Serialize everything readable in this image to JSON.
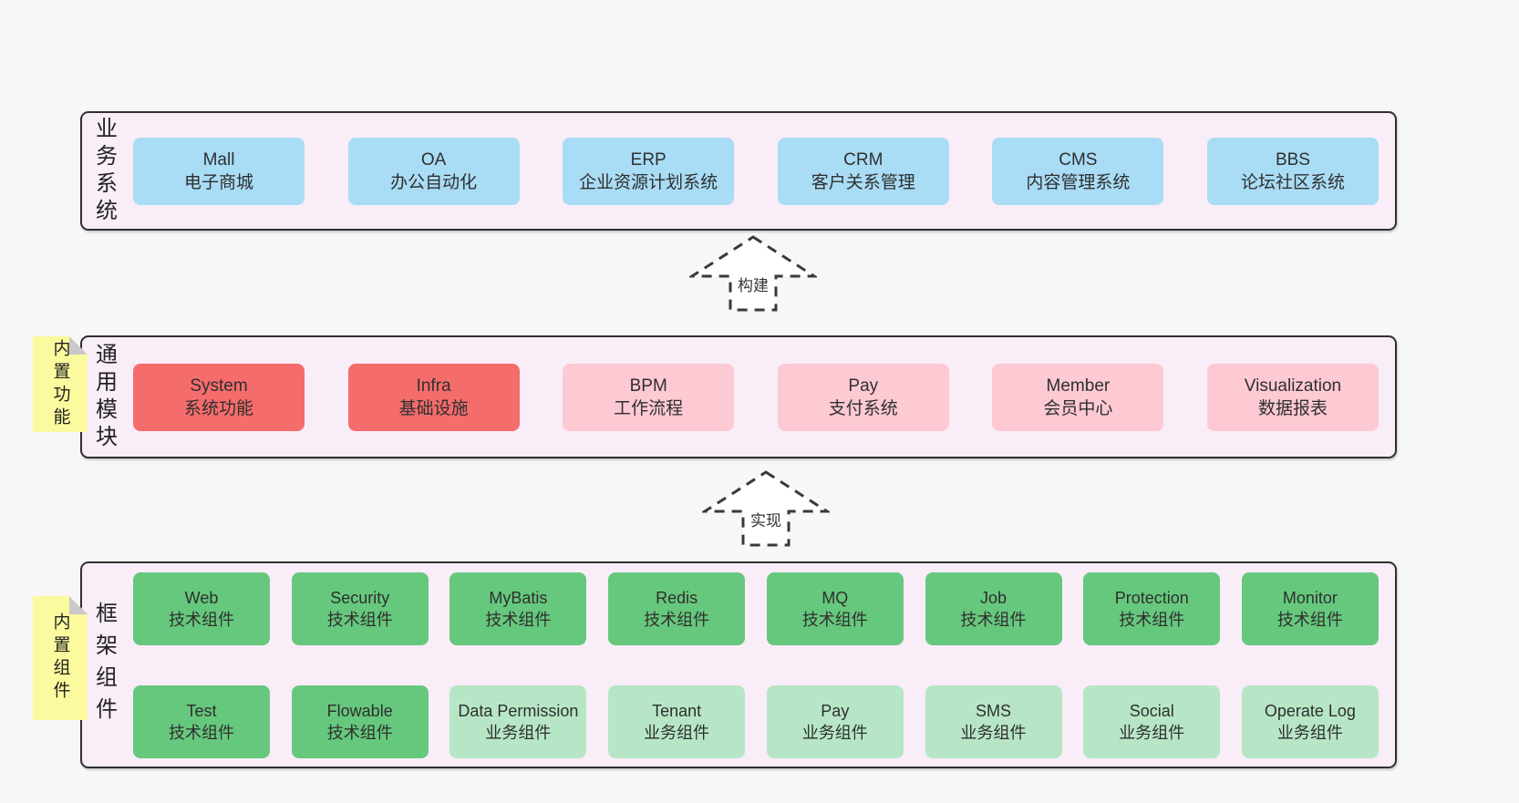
{
  "colors": {
    "background": "#f7f7f8",
    "band_fill": "#f9edf7",
    "band_border": "#2f2f2f",
    "text": "#2f2f2f",
    "sticky": "#fbfa9e",
    "sticky_fold": "#c9c9c9",
    "arrow_fill": "#ffffff",
    "arrow_border": "#3a3a3a",
    "blue": "#a9dcf5",
    "red": "#f56c6c",
    "pink": "#fdc9d3",
    "green": "#66c87d",
    "lightgreen": "#b7e6c6"
  },
  "arrows": {
    "build": {
      "label": "构建"
    },
    "implement": {
      "label": "实现"
    }
  },
  "layers": {
    "business": {
      "label": "业务系统",
      "boxes": [
        {
          "en": "Mall",
          "cn": "电子商城",
          "variant": "blue"
        },
        {
          "en": "OA",
          "cn": "办公自动化",
          "variant": "blue"
        },
        {
          "en": "ERP",
          "cn": "企业资源计划系统",
          "variant": "blue"
        },
        {
          "en": "CRM",
          "cn": "客户关系管理",
          "variant": "blue"
        },
        {
          "en": "CMS",
          "cn": "内容管理系统",
          "variant": "blue"
        },
        {
          "en": "BBS",
          "cn": "论坛社区系统",
          "variant": "blue"
        }
      ]
    },
    "modules": {
      "label": "通用模块",
      "sticky": "内置功能",
      "boxes": [
        {
          "en": "System",
          "cn": "系统功能",
          "variant": "red"
        },
        {
          "en": "Infra",
          "cn": "基础设施",
          "variant": "red"
        },
        {
          "en": "BPM",
          "cn": "工作流程",
          "variant": "pink"
        },
        {
          "en": "Pay",
          "cn": "支付系统",
          "variant": "pink"
        },
        {
          "en": "Member",
          "cn": "会员中心",
          "variant": "pink"
        },
        {
          "en": "Visualization",
          "cn": "数据报表",
          "variant": "pink"
        }
      ]
    },
    "components": {
      "label": "框架组件",
      "sticky": "内置组件",
      "rows": [
        [
          {
            "en": "Web",
            "cn": "技术组件",
            "variant": "green"
          },
          {
            "en": "Security",
            "cn": "技术组件",
            "variant": "green"
          },
          {
            "en": "MyBatis",
            "cn": "技术组件",
            "variant": "green"
          },
          {
            "en": "Redis",
            "cn": "技术组件",
            "variant": "green"
          },
          {
            "en": "MQ",
            "cn": "技术组件",
            "variant": "green"
          },
          {
            "en": "Job",
            "cn": "技术组件",
            "variant": "green"
          },
          {
            "en": "Protection",
            "cn": "技术组件",
            "variant": "green"
          },
          {
            "en": "Monitor",
            "cn": "技术组件",
            "variant": "green"
          }
        ],
        [
          {
            "en": "Test",
            "cn": "技术组件",
            "variant": "green"
          },
          {
            "en": "Flowable",
            "cn": "技术组件",
            "variant": "green"
          },
          {
            "en": "Data Permission",
            "cn": "业务组件",
            "variant": "lightgreen"
          },
          {
            "en": "Tenant",
            "cn": "业务组件",
            "variant": "lightgreen"
          },
          {
            "en": "Pay",
            "cn": "业务组件",
            "variant": "lightgreen"
          },
          {
            "en": "SMS",
            "cn": "业务组件",
            "variant": "lightgreen"
          },
          {
            "en": "Social",
            "cn": "业务组件",
            "variant": "lightgreen"
          },
          {
            "en": "Operate Log",
            "cn": "业务组件",
            "variant": "lightgreen"
          }
        ]
      ]
    }
  }
}
